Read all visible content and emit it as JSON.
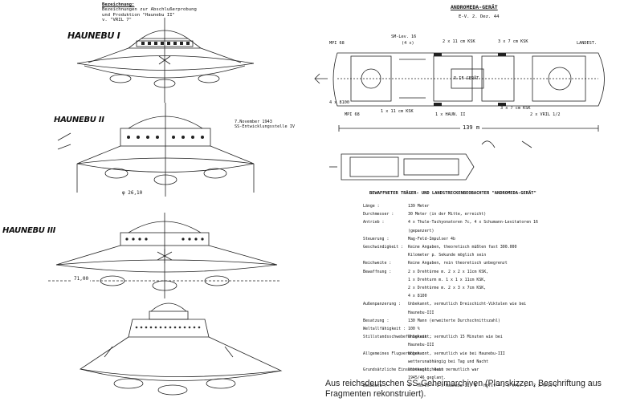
{
  "header_left": {
    "label": "Bezeichnung:",
    "line1": "Bezeichnungen zur Abschlußerprobung",
    "line2": "und Produktion \"Haunebu II\"",
    "line3": "v. \"VRIL 7\""
  },
  "drawing_labels": {
    "haunebu1": "HAUNEBU I",
    "haunebu2": "HAUNEBU II",
    "haunebu3": "HAUNEBU III",
    "diameter2": "φ 26,10",
    "diameter3": "71,00"
  },
  "stamp": {
    "date": "7.November 1943",
    "unit": "SS-Entwicklungsstelle IV"
  },
  "andromeda": {
    "title": "ANDROMEDA-GERÄT",
    "subtitle": "E-V. 2. Dez. 44",
    "labels": {
      "mpi_top": "MPI 68",
      "sm_lev": "SM-Lev. 16",
      "sm_lev_sub": "(4 x)",
      "k_top1": "2 x 11 cm KSK",
      "k_top2": "3 x 7 cm KSK",
      "landest": "LANDEST.",
      "mpi_bot": "MPI 68",
      "k_bot1": "1 x 11 cm KSK",
      "haun": "1 x HAUN. II",
      "k_bot2": "3 x 7 cm KSK",
      "vril": "2 x VRIL 1/2",
      "length": "139 m",
      "four_x": "4 x 8100",
      "rif": "R-IF-GERÄT"
    },
    "table_title": "BEWAFFNETER TRÄGER- UND LANDSTRECKENBEOBACHTER \"ANDROMEDA-GERÄT\"",
    "specs": [
      {
        "k": "Länge :",
        "v": "139 Meter"
      },
      {
        "k": "Durchmesser :",
        "v": "30 Meter (in der Mitte, erreicht)"
      },
      {
        "k": "Antrieb :",
        "v": "4 x Thule-Tachyonatoren 7c, 4 x Schumann-Levitatoren 16"
      },
      {
        "k": "",
        "v": "(gepanzert)"
      },
      {
        "k": "Steuerung :",
        "v": "Mag-Feld-Impulser 4b"
      },
      {
        "k": "Geschwindigkeit :",
        "v": "Keine Angaben, theoretisch müßten fast 300.000"
      },
      {
        "k": "",
        "v": "Kilometer p. Sekunde möglich sein"
      },
      {
        "k": "Reichweite :",
        "v": "Keine Angaben, rein theoretisch unbegrenzt"
      },
      {
        "k": "Bewaffnung :",
        "v": "2 x Drehtürme m. 2 x 2 x 11cm KSK,"
      },
      {
        "k": "",
        "v": "1 x Drehturm m. 1 x 1 x 11cm KSK,"
      },
      {
        "k": "",
        "v": "2 x Drehtürme m. 2 x 3 x 7cm KSK,"
      },
      {
        "k": "",
        "v": "4 x 8100"
      },
      {
        "k": "Außenpanzerung :",
        "v": "Unbekannt, vermutlich Dreischicht-Viktalen wie bei"
      },
      {
        "k": "",
        "v": "Haunebu-III"
      },
      {
        "k": "Besatzung :",
        "v": "130 Mann (erweiterte Durchschnittszahl)"
      },
      {
        "k": "Weltallfähigkeit :",
        "v": "100 %"
      },
      {
        "k": "Stillstandsschwebefähigkeit :",
        "v": "Unbekannt, vermutlich 15 Minuten wie bei"
      },
      {
        "k": "",
        "v": "Haunebu-III"
      },
      {
        "k": "Allgemeines Flugvermögen :",
        "v": "Unbekannt, vermutlich wie bei Haunebu-III"
      },
      {
        "k": "",
        "v": "wetterunabhängig bei Tag und Nacht"
      },
      {
        "k": "Grundsätzliche Einsatztauglichkeit :",
        "v": "Unbekannt, dann vermutlich war"
      },
      {
        "k": "",
        "v": "1945/46 geplant."
      },
      {
        "k": "Beiboote :",
        "v": "4 - Horst = 1 x Haunebu-II, 8 - Horst = 2 x Vril-1 = 2 x Vril-2"
      }
    ]
  },
  "caption": {
    "line1": "Aus reichsdeutschen SS-Geheimarchiven (Planskizzen, Beschriftung aus",
    "line2": "Fragmenten rekonstruiert)."
  }
}
